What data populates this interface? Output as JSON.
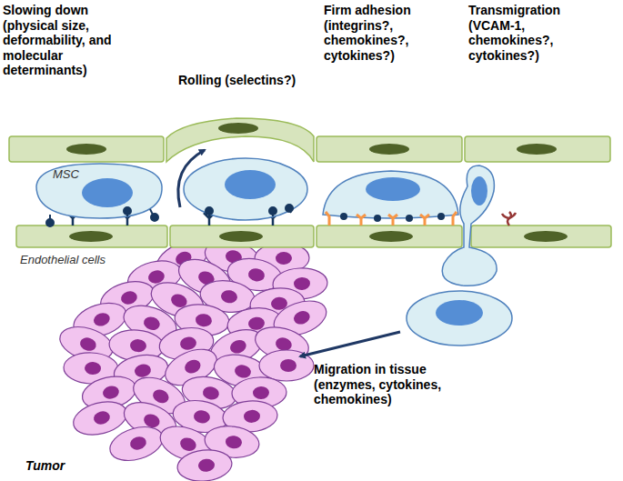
{
  "diagram": {
    "labels": [
      "Slowing down (physical size, deformability, and molecular determinants)",
      "Rolling (selectins?)",
      "Firm adhesion (integrins?, chemokines?, cytokines?)",
      "Transmigration (VCAM-1, chemokines?, cytokines?)",
      "MSC",
      "Endothelial cells",
      "Migration in tissue (enzymes, cytokines, chemokines)",
      "Tumor"
    ]
  }
}
